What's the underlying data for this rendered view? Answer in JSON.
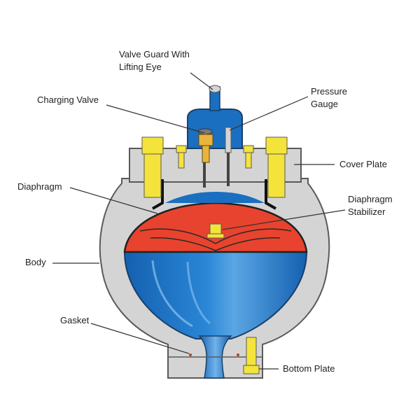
{
  "labels": {
    "valve_guard": [
      "Valve Guard With",
      "Lifting Eye"
    ],
    "charging_valve": "Charging Valve",
    "pressure_gauge": [
      "Pressure",
      "Gauge"
    ],
    "cover_plate": "Cover Plate",
    "diaphragm": "Diaphragm",
    "diaphragm_stabilizer": [
      "Diaphragm",
      "Stabilizer"
    ],
    "body": "Body",
    "gasket": "Gasket",
    "bottom_plate": "Bottom Plate"
  },
  "colors": {
    "body_gray": "#d4d4d4",
    "outline": "#5a5a5a",
    "diaphragm_red": "#e8432e",
    "water_blue": "#1a6fc0",
    "water_light": "#5aa6e4",
    "bolt_yellow": "#f4e33a",
    "leader": "#333333"
  }
}
